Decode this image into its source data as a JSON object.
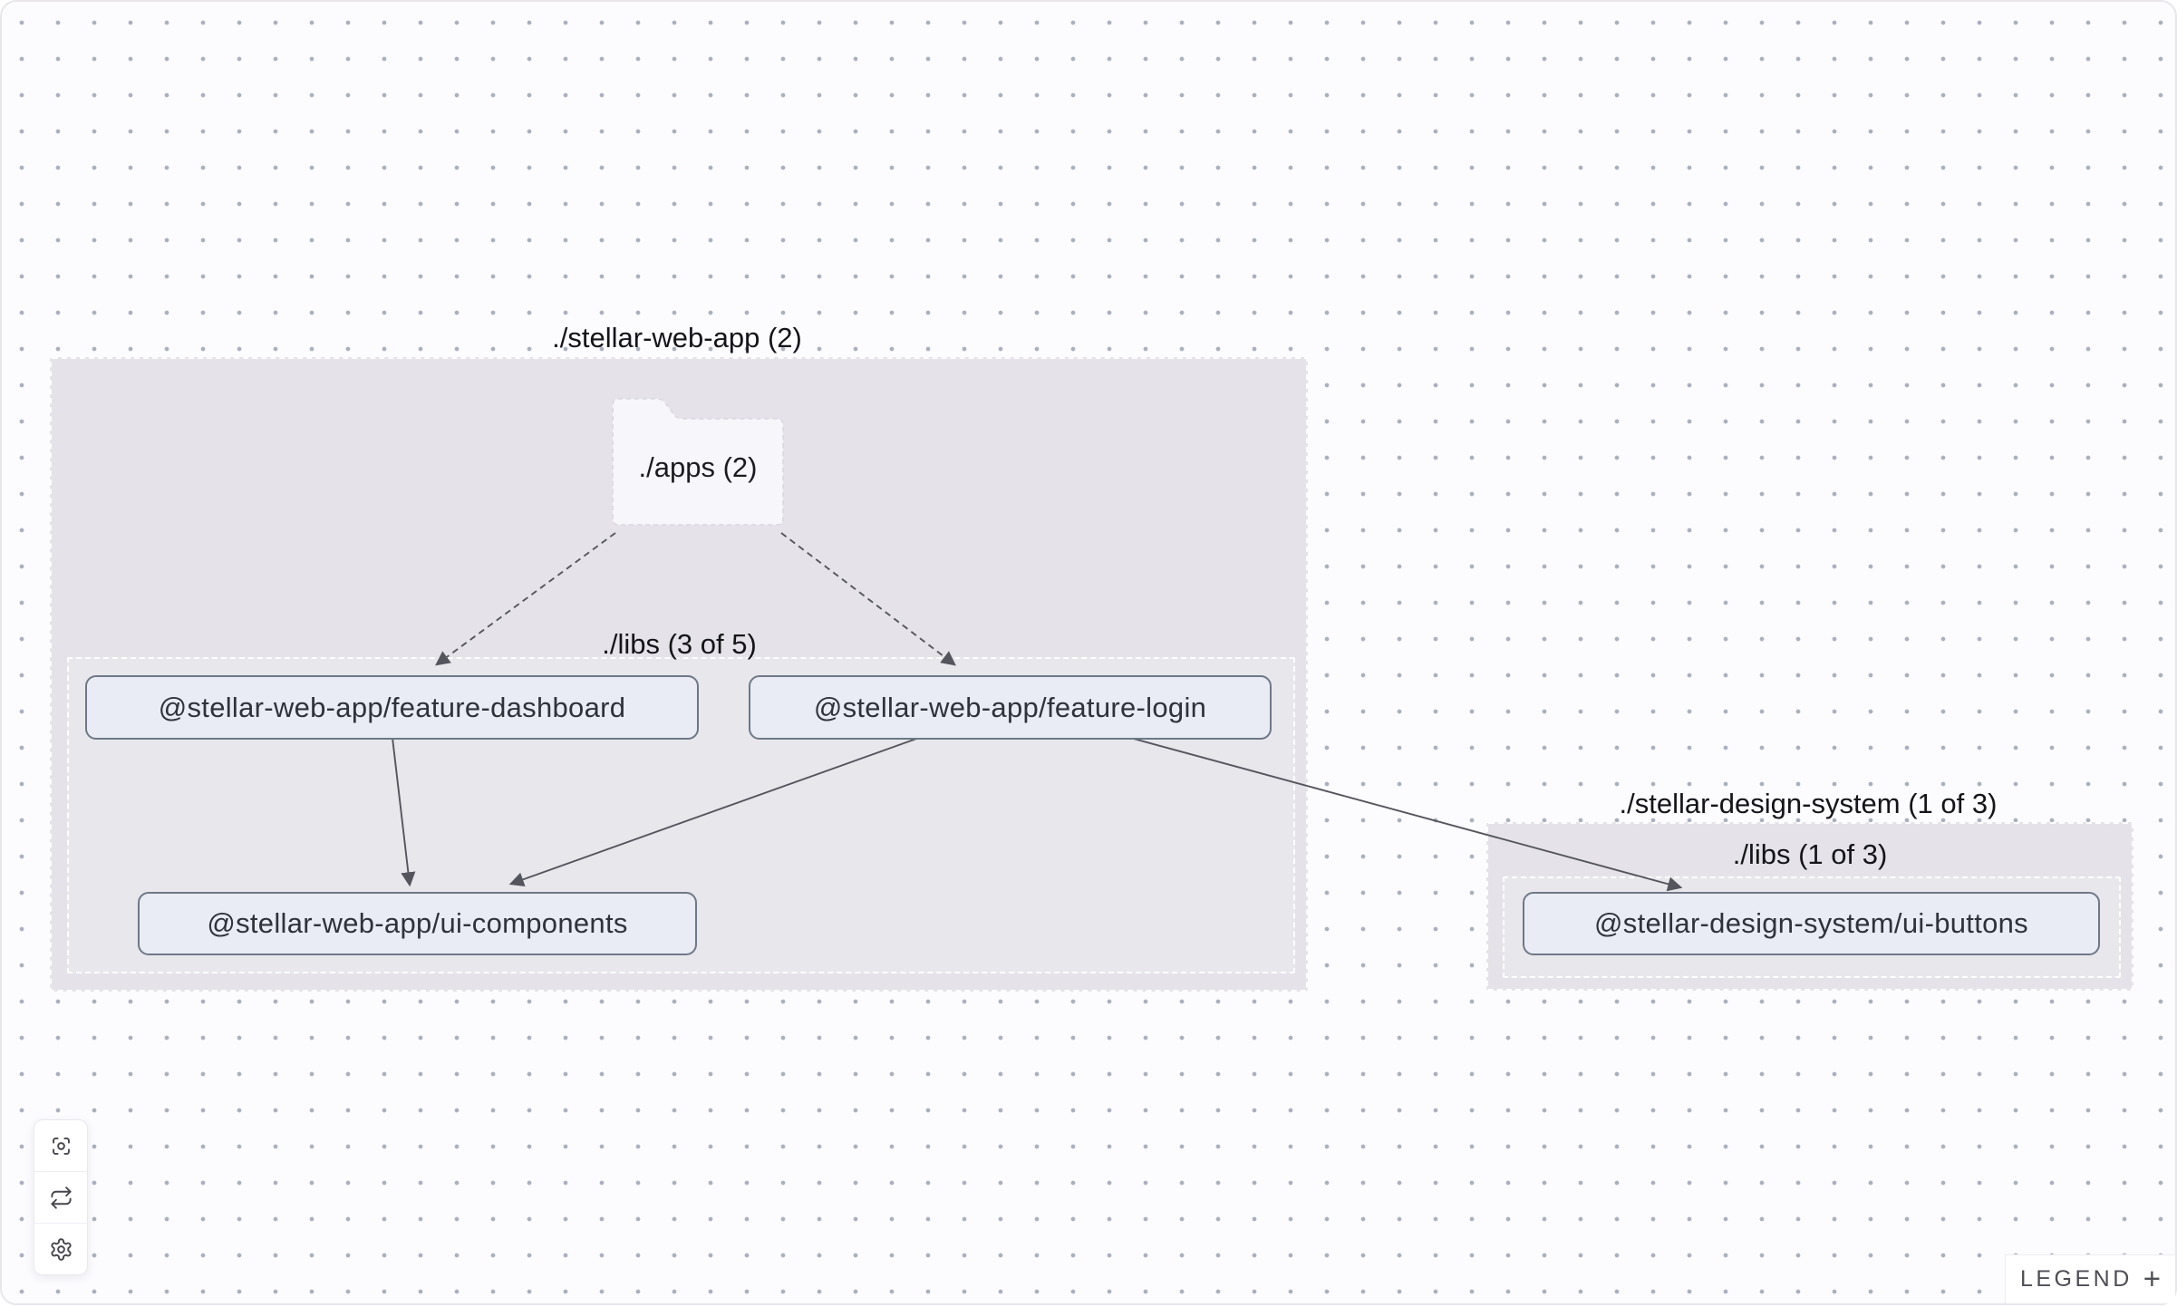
{
  "graph": {
    "groups": [
      {
        "label": "./stellar-web-app (2)",
        "folder": {
          "label": "./apps (2)"
        },
        "subgroup": {
          "label": "./libs (3 of 5)"
        },
        "nodes": [
          {
            "label": "@stellar-web-app/feature-dashboard"
          },
          {
            "label": "@stellar-web-app/feature-login"
          },
          {
            "label": "@stellar-web-app/ui-components"
          }
        ]
      },
      {
        "label": "./stellar-design-system (1 of 3)",
        "subgroup": {
          "label": "./libs (1 of 3)"
        },
        "nodes": [
          {
            "label": "@stellar-design-system/ui-buttons"
          }
        ]
      }
    ],
    "edges": [
      {
        "from": "./apps (2)",
        "to": "@stellar-web-app/feature-dashboard",
        "style": "dashed"
      },
      {
        "from": "./apps (2)",
        "to": "@stellar-web-app/feature-login",
        "style": "dashed"
      },
      {
        "from": "@stellar-web-app/feature-dashboard",
        "to": "@stellar-web-app/ui-components",
        "style": "solid"
      },
      {
        "from": "@stellar-web-app/feature-login",
        "to": "@stellar-web-app/ui-components",
        "style": "solid"
      },
      {
        "from": "@stellar-web-app/feature-login",
        "to": "@stellar-design-system/ui-buttons",
        "style": "solid"
      }
    ]
  },
  "toolbar": {
    "buttons": [
      {
        "name": "focus",
        "icon": "focus-icon"
      },
      {
        "name": "refresh",
        "icon": "refresh-icon"
      },
      {
        "name": "settings",
        "icon": "settings-icon"
      }
    ]
  },
  "legend": {
    "label": "LEGEND",
    "toggle": "+"
  },
  "colors": {
    "canvas_background": "#fcfbfe",
    "grid_dot": "#9aa3b2",
    "group_fill": "#e5e3e9",
    "node_fill": "#e9ecf4",
    "node_border": "#6f7888",
    "edge": "#55555d",
    "text": "#17171c"
  }
}
